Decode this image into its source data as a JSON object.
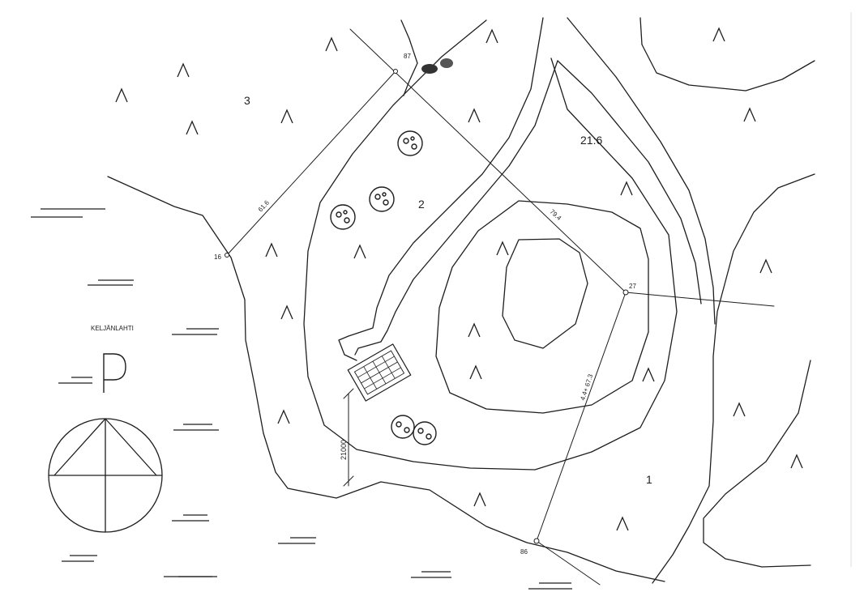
{
  "place_name": "KELJÄNLAHTI",
  "parking_symbol": "P",
  "parcels": {
    "p1": "1",
    "p2": "2",
    "p3": "3",
    "p21_6": "21:6"
  },
  "boundary_points": {
    "bp16": "16",
    "bp27": "27",
    "bp86": "86",
    "bp87": "87"
  },
  "distances": {
    "d61": "61.6",
    "d79": "79.4",
    "d67": "4.4+ 67.3"
  },
  "dimension": "21000",
  "symbols": {
    "conifer": "coniferous-forest",
    "meadow": "meadow-marsh",
    "deciduous": "deciduous-tree"
  },
  "colors": {
    "ink": "#1e1e1e",
    "paper": "#ffffff"
  }
}
